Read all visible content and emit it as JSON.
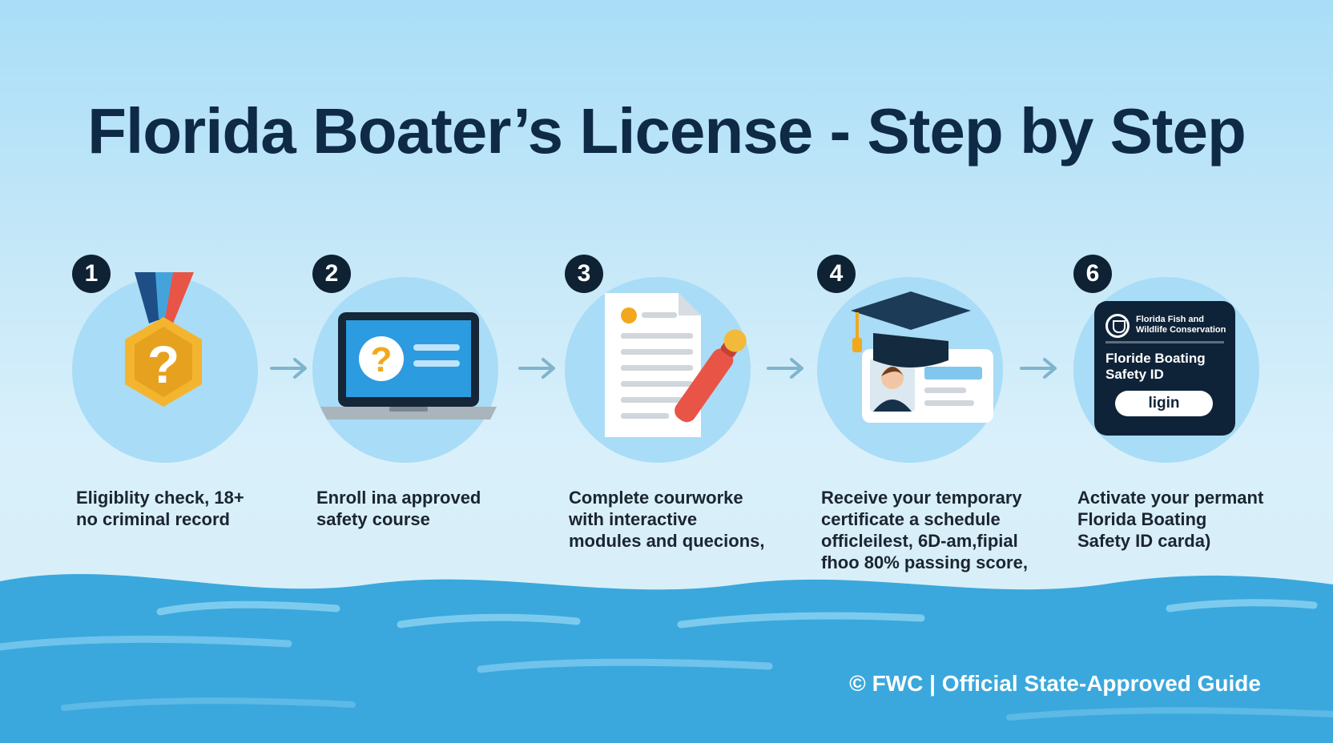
{
  "title": "Florida Boater’s License - Step by Step",
  "colors": {
    "title": "#0e2a47",
    "circle": "#a9dcf6",
    "badge": "#0e2233",
    "water": "#3aa8dc",
    "arrow": "#7fb4cc"
  },
  "steps": [
    {
      "number": "1",
      "icon": "medal-question-icon",
      "lines": [
        "Eligiblity check,  18+",
        "no criminal record"
      ]
    },
    {
      "number": "2",
      "icon": "laptop-question-icon",
      "lines": [
        "Enroll ina approved",
        "safety course"
      ]
    },
    {
      "number": "3",
      "icon": "document-pen-icon",
      "lines": [
        "Complete courworke",
        "with interactive",
        "modules and quecions,"
      ]
    },
    {
      "number": "4",
      "icon": "graduation-cap-id-icon",
      "lines": [
        "Receive your temporary",
        "certificate a schedule",
        "officleilest, 6D-am,fipial",
        "fhoo  80% passing score,"
      ]
    },
    {
      "number": "6",
      "icon": "id-card-icon",
      "lines": [
        "Activate your permant",
        "Florida Boating",
        "Safety ID carda)"
      ],
      "card": {
        "org_line1": "Florida Fish and",
        "org_line2": "Wildlife Conservation",
        "heading_line1": "Floride Boating",
        "heading_line2": "Safety ID",
        "button": "ligin"
      }
    }
  ],
  "footer": "© FWC | Official State-Approved Guide"
}
